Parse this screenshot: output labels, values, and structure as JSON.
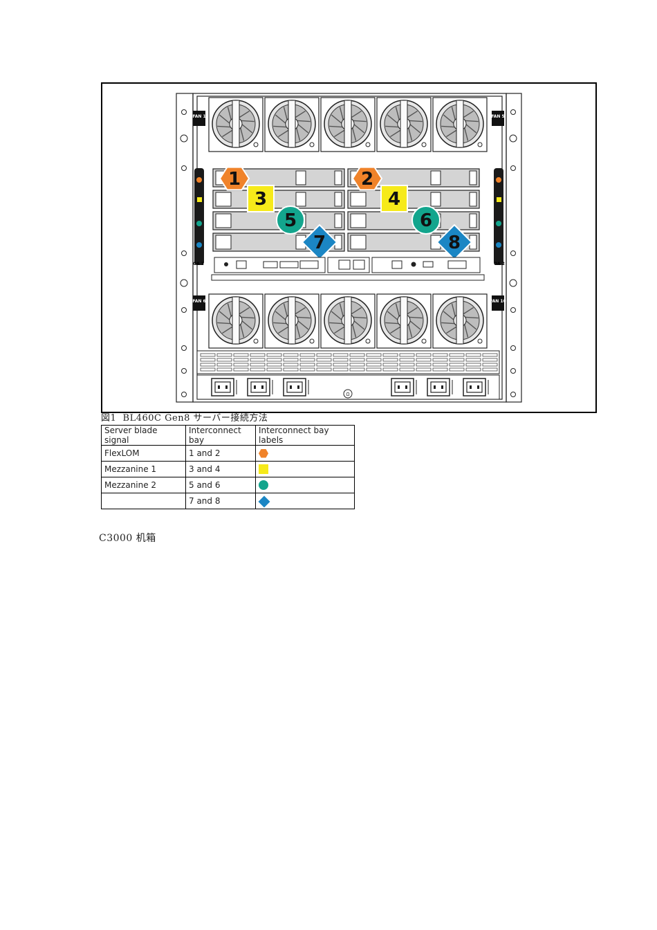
{
  "figure": {
    "fan_labels_top_left": "FAN 1",
    "fan_labels_top_right": "FAN 5",
    "fan_labels_bottom_left": "FAN 6",
    "fan_labels_bottom_right": "FAN 10",
    "oa_left": "OA 1",
    "oa_right": "OA 2",
    "bays": [
      {
        "number": "1",
        "shape": "hexagon",
        "color": "#f0832a"
      },
      {
        "number": "2",
        "shape": "hexagon",
        "color": "#f0832a"
      },
      {
        "number": "3",
        "shape": "square",
        "color": "#f6ea1a"
      },
      {
        "number": "4",
        "shape": "square",
        "color": "#f6ea1a"
      },
      {
        "number": "5",
        "shape": "circle",
        "color": "#13a58d"
      },
      {
        "number": "6",
        "shape": "circle",
        "color": "#13a58d"
      },
      {
        "number": "7",
        "shape": "diamond",
        "color": "#1b86c4"
      },
      {
        "number": "8",
        "shape": "diamond",
        "color": "#1b86c4"
      }
    ]
  },
  "caption": "図1  BL460C Gen8 サーバー接続方法",
  "legend_table": {
    "headers": [
      "Server blade signal",
      "Interconnect bay",
      "Interconnect bay labels"
    ],
    "rows": [
      {
        "signal": "FlexLOM",
        "bay": "1 and 2",
        "label_color": "#f0832a",
        "label_shape": "hexagon"
      },
      {
        "signal": "Mezzanine 1",
        "bay": "3 and 4",
        "label_color": "#f6ea1a",
        "label_shape": "square"
      },
      {
        "signal": "Mezzanine 2",
        "bay": "5 and 6",
        "label_color": "#13a58d",
        "label_shape": "circle"
      },
      {
        "signal": "",
        "bay": "7 and 8",
        "label_color": "#1b86c4",
        "label_shape": "diamond"
      }
    ]
  },
  "footer_text": "C3000 机箱"
}
